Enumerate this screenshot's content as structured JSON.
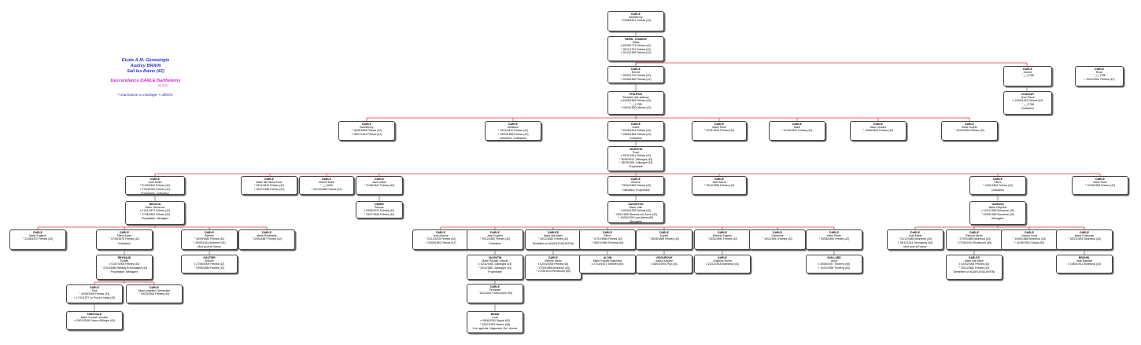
{
  "legend": {
    "line1": "Etude A.M. Généalogie",
    "line2": "Audrey BRAIN",
    "line3": "Sail les Bains (42)",
    "descendance": "Descendance DARLE Barthelemy",
    "date": "05.2020",
    "key": "*=naissance x=mariage +=décès."
  },
  "persons": [
    {
      "id": "p1",
      "surname": "DARLE",
      "given": "Barthelemy",
      "events": [
        "° 23/08/1821 Fétines (42)"
      ],
      "occupation": ""
    },
    {
      "id": "p2",
      "surname": "PARIN - ROMEUF",
      "given": "Marie",
      "events": [
        "x 30/08/1774 Fétines (42)",
        "° 18/11/1751 Fétines (42)",
        "+ 20/12/1839 Fétines (42)"
      ],
      "occupation": ""
    },
    {
      "id": "p3",
      "surname": "DARLE",
      "given": "Benoît",
      "events": [
        "° 19/04/1790 Fétines (42)",
        "+ 20/08/1830 Fétines (42)"
      ],
      "occupation": "Cultivateur"
    },
    {
      "id": "p4",
      "surname": "PHILIPON",
      "given": "Élisabeth dite Isabeau",
      "events": [
        "x 30/08/1809 Fétines (42)",
        "° _/_/1789",
        "+ 04/04/1830 Fétines (42)"
      ],
      "occupation": ""
    },
    {
      "id": "p5",
      "surname": "DARLE",
      "given": "Jeanne",
      "events": [
        "° _/_/1786"
      ],
      "occupation": ""
    },
    {
      "id": "p6",
      "surname": "DARLE",
      "given": "Rose",
      "events": [
        "° _/_/1788",
        "+ 20/02/1821 Fétines (42)"
      ],
      "occupation": ""
    },
    {
      "id": "p7",
      "surname": "CHASSAT",
      "given": "Jean Pierre",
      "events": [
        "x 19/05/1813 Fétines (42)",
        "° _/_/1788"
      ],
      "occupation": "Cultivateur"
    },
    {
      "id": "p8",
      "surname": "DARLE",
      "given": "Barthelemy",
      "events": [
        "° 18/05/1808 Fétines (42)",
        "+ 05/07/1813 Fétines (42)"
      ],
      "occupation": ""
    },
    {
      "id": "p9",
      "surname": "DARLE",
      "given": "Marianne",
      "events": [
        "° 13/11/1810 Fétines (42)",
        "+ 23/03/1866 Fétines (42)"
      ],
      "occupation": "Dentelière, Célibataire"
    },
    {
      "id": "p10",
      "surname": "DARLE",
      "given": "André",
      "events": [
        "° 30/05/1813 Fétines (42)",
        "+ 25/05/1864 Fétines (42)"
      ],
      "occupation": "Cultivateur"
    },
    {
      "id": "p11",
      "surname": "DARLE",
      "given": "Marie Rose",
      "events": [
        "° 02/01/1816 Fétines (42)"
      ],
      "occupation": ""
    },
    {
      "id": "p12",
      "surname": "DARLE",
      "given": "Marie",
      "events": [
        "° 01/04/1821 Fétines (42)"
      ],
      "occupation": ""
    },
    {
      "id": "p13",
      "surname": "DARLE",
      "given": "Marie Victoire",
      "events": [
        "° 13/06/1824 Fétines (42)"
      ],
      "occupation": ""
    },
    {
      "id": "p14",
      "surname": "DARLE",
      "given": "Marie Sophie",
      "events": [
        "° 14/04/1826 Fétines (42)"
      ],
      "occupation": ""
    },
    {
      "id": "p15",
      "surname": "VALENTIN",
      "given": "Rose",
      "events": [
        "x 25/11/1841 Fétines (42)",
        "° 30/05/1812 Jullianges (43)",
        "+ 18/09/1894 Jullianges (43)"
      ],
      "occupation": "Propriétaire"
    },
    {
      "id": "p16",
      "surname": "DARLE",
      "given": "Jean André",
      "events": [
        "° 01/05/1842 Fétines (42)",
        "+ 27/03/1900 Fétines (42)"
      ],
      "occupation": "Propriétaire, Cultivateur"
    },
    {
      "id": "p17",
      "surname": "DARLE",
      "given": "Marie dite Marie Anne",
      "events": [
        "° 25/11/1843 Fétines (42)",
        "+ 30/01/1866 Fétines (42)"
      ],
      "occupation": ""
    },
    {
      "id": "p18",
      "surname": "DARLE",
      "given": "Jeanne Marie",
      "events": [
        "° _/_/1845",
        "+ 04/10/1866 Fétines (42)"
      ],
      "occupation": ""
    },
    {
      "id": "p19",
      "surname": "DARLE",
      "given": "Anne Marie",
      "events": [
        "° 21/06/1847 Fétines (42)"
      ],
      "occupation": ""
    },
    {
      "id": "p20",
      "surname": "DARLE",
      "given": "Étienne",
      "events": [
        "° 28/04/1849 Fétines (42)"
      ],
      "occupation": "Cultivateur, Propriétaire"
    },
    {
      "id": "p21",
      "surname": "DARLE",
      "given": "Jean Benoît",
      "events": [
        "° 29/12/1850 Fétines (42)"
      ],
      "occupation": ""
    },
    {
      "id": "p22",
      "surname": "DARLE",
      "given": "Pierre",
      "events": [
        "° 14/01/1854 Fétines (42)"
      ],
      "occupation": "Cultivateur"
    },
    {
      "id": "p23",
      "surname": "DARLE",
      "given": "Marie Rose",
      "events": [
        "° 12/09/1856 Fétines (42)"
      ],
      "occupation": ""
    },
    {
      "id": "p24",
      "surname": "BESSON",
      "given": "Marie Clémence",
      "events": [
        "x 21/11/1871 Fétines (42)",
        "° 27/05/1851 Fétines (42)"
      ],
      "occupation": "Propriétaire, Ménagère"
    },
    {
      "id": "p25",
      "surname": "DIDIER",
      "given": "Étienne",
      "events": [
        "x 09/05/1871 Fétines (42)",
        "° 23/07/1845 Fétines (42)"
      ],
      "occupation": ""
    },
    {
      "id": "p26",
      "surname": "SAGUETON",
      "given": "Marie Julie",
      "events": [
        "x 05/02/1878 Fétines (42)",
        "° 26/12/1854 Beaune-sur-Arzon (43)",
        "+ 20/06/1900 Lyon-6ème (69)"
      ],
      "occupation": "Ménagère"
    },
    {
      "id": "p27",
      "surname": "GARDON",
      "given": "Marie Delphine",
      "events": [
        "x 11/01/1883 Bonnenal (43)",
        "° 31/05/1854 Bonnenal (43)"
      ],
      "occupation": "Ménagère"
    },
    {
      "id": "p28",
      "surname": "DARLE",
      "given": "Marie Eugénie",
      "events": [
        "° 21/08/1872 Fétines (42)"
      ],
      "occupation": ""
    },
    {
      "id": "p29",
      "surname": "DARLE",
      "given": "Pierre André",
      "events": [
        "° 07/09/1875 Fétines (42)"
      ],
      "occupation": "Cultivateur"
    },
    {
      "id": "p30",
      "surname": "DARLE",
      "given": "Étienne",
      "events": [
        "° 26/09/1880 Fétines (42)",
        "+ 25/09/1915 Aubérive (51)"
      ],
      "occupation": "Mort pour la France"
    },
    {
      "id": "p31",
      "surname": "DARLE",
      "given": "Marie Rosamélie",
      "events": [
        "° 10/04/1887 Fétines (42)"
      ],
      "occupation": ""
    },
    {
      "id": "p32",
      "surname": "DARLE",
      "given": "Jean Antoine",
      "events": [
        "° 21/12/1878 Fétines (42)",
        "+ 23/08/1881 Fétines (42)"
      ],
      "occupation": ""
    },
    {
      "id": "p33",
      "surname": "DARLE",
      "given": "Jean Eugène",
      "events": [
        "° 29/12/1880 Fétines (42)"
      ],
      "occupation": "Cultivateur"
    },
    {
      "id": "p34",
      "surname": "DARLES",
      "given": "Marie dite Marie",
      "events": [
        "° 30/12/1882 Fétines (42)"
      ],
      "occupation": "Dentelière (cf sDARLE/VALENTIN)"
    },
    {
      "id": "p35",
      "surname": "DARLE",
      "given": "Pierre",
      "events": [
        "° 07/12/1884 Fétines (42)",
        "+ 26/01/1966 Thiverny (60)"
      ],
      "occupation": ""
    },
    {
      "id": "p36",
      "surname": "DARLE",
      "given": "Sophie",
      "events": [
        "° 28/05/1889 Fétines (42)"
      ],
      "occupation": ""
    },
    {
      "id": "p37",
      "surname": "DARLE",
      "given": "Étienne Eugène",
      "events": [
        "° 25/02/1890 Fétines (42)"
      ],
      "occupation": ""
    },
    {
      "id": "p38",
      "surname": "DARLE",
      "given": "Clémence",
      "events": [
        "° 19/11/1891 Fétines (42)"
      ],
      "occupation": ""
    },
    {
      "id": "p39",
      "surname": "DARLE",
      "given": "Henri Pierre",
      "events": [
        "° 30/06/1894 Fétines (42)"
      ],
      "occupation": ""
    },
    {
      "id": "p40",
      "surname": "DARLE",
      "given": "Jean Marie",
      "events": [
        "° 01/12/1883 Bonnenal (43)",
        "+ 28/11/1914 Seichaprey (54)"
      ],
      "occupation": "Mort pour la France"
    },
    {
      "id": "p41",
      "surname": "DARLE",
      "given": "Étienne Alexis",
      "events": [
        "° 27/09/1885 Bonnenal (43)",
        "+ 27/05/1914 Richecourt (55)"
      ],
      "occupation": ""
    },
    {
      "id": "p42",
      "surname": "DARLE",
      "given": "Victorin Louis",
      "events": [
        "° 10/06/1888 Bonnenal (43)",
        "+ 21/05/1953 Chalus (63)"
      ],
      "occupation": ""
    },
    {
      "id": "p43",
      "surname": "DARLE",
      "given": "Marie Françoise",
      "events": [
        "° 16/03/1891 Bonnenal (43)"
      ],
      "occupation": ""
    },
    {
      "id": "p44",
      "surname": "REYNAUD",
      "given": "Eulalie",
      "events": [
        "x 01/07/1905 Fétines (43)",
        "° 21/10/1885 Bessay-le-Montagne (43)"
      ],
      "occupation": "Propriétaire, Ménagère"
    },
    {
      "id": "p45",
      "surname": "GAUTIER",
      "given": "Antoine",
      "events": [
        "x 27/06/1909 Fétines (42)",
        "° 29/05/1886 Fétines (42)"
      ],
      "occupation": ""
    },
    {
      "id": "p46",
      "surname": "VALENTIN",
      "given": "Marie Rosalie Octavie",
      "events": [
        "x 10/11/1905 Jullianges (43)",
        "° 24/11/1881 Jullianges (43)"
      ],
      "occupation": "Propriétaire"
    },
    {
      "id": "p47",
      "surname": "DARLE",
      "given": "Étienne Alexis",
      "events": [
        "x 02/04/1906 Fétines (43)",
        "° 27/09/1885 Bonnenal (43)",
        "+ 27/05/1914 Richecourt (55)"
      ],
      "occupation": ""
    },
    {
      "id": "p48",
      "surname": "ALOIN",
      "given": "Marie Rosalie Augustine",
      "events": [
        "x 27/10/1917 Sentines (60)"
      ],
      "occupation": ""
    },
    {
      "id": "p49",
      "surname": "VIGOUROUX",
      "given": "Adrien Antoine",
      "events": [
        "x 06/01/1904 Puy (43)"
      ],
      "occupation": ""
    },
    {
      "id": "p50",
      "surname": "DARLE",
      "given": "Angéline Alvina",
      "events": [
        "x 22/11/1918 Bonnenal (43)"
      ],
      "occupation": ""
    },
    {
      "id": "p51",
      "surname": "GUILLARD",
      "given": "Anna",
      "events": [
        "x 20/08/1947 Thiverny (60)",
        "+ 11/01/1955 Thiverny (60)"
      ],
      "occupation": ""
    },
    {
      "id": "p52",
      "surname": "DARLES",
      "given": "Marie dite Marie",
      "events": [
        "x 02/04/1906 Fétines (43)",
        "° 30/12/1882 Fétines (43)"
      ],
      "occupation": "Dentelière (cf sDARLE/VALENTIN)"
    },
    {
      "id": "p53",
      "surname": "BRUNEL",
      "given": "Jean Baptiste",
      "events": [
        "x 15/04/1912 Bonnenal (43)"
      ],
      "occupation": ""
    },
    {
      "id": "p54",
      "surname": "DARLE",
      "given": "Paul",
      "events": [
        "° 04/09/1906 Fétines (43)",
        "+ 17/11/1977 Le Puy-en-Velay (43)"
      ],
      "occupation": ""
    },
    {
      "id": "p55",
      "surname": "DARLE",
      "given": "Marie Angéline Clémentine",
      "events": [
        "° 05/03/1908 Fétines (43)"
      ],
      "occupation": ""
    },
    {
      "id": "p56",
      "surname": "DARLE",
      "given": "Fernande",
      "events": [
        "° 15/11/1907 Saint-Ouen (93)"
      ],
      "occupation": ""
    },
    {
      "id": "p57",
      "surname": "FARGOULE",
      "given": "Marie Yvonne Léontine",
      "events": [
        "x 25/01/1936 Céaux-d'Allègre (43)"
      ],
      "occupation": ""
    },
    {
      "id": "p58",
      "surname": "BRAIN",
      "given": "Louis",
      "events": [
        "x 08/06/1930 Gignat (63)",
        "° 22/07/1900 Nevers (58)"
      ],
      "occupation": "Cuir. agricole, Négociant, Qm. d'usine"
    }
  ]
}
